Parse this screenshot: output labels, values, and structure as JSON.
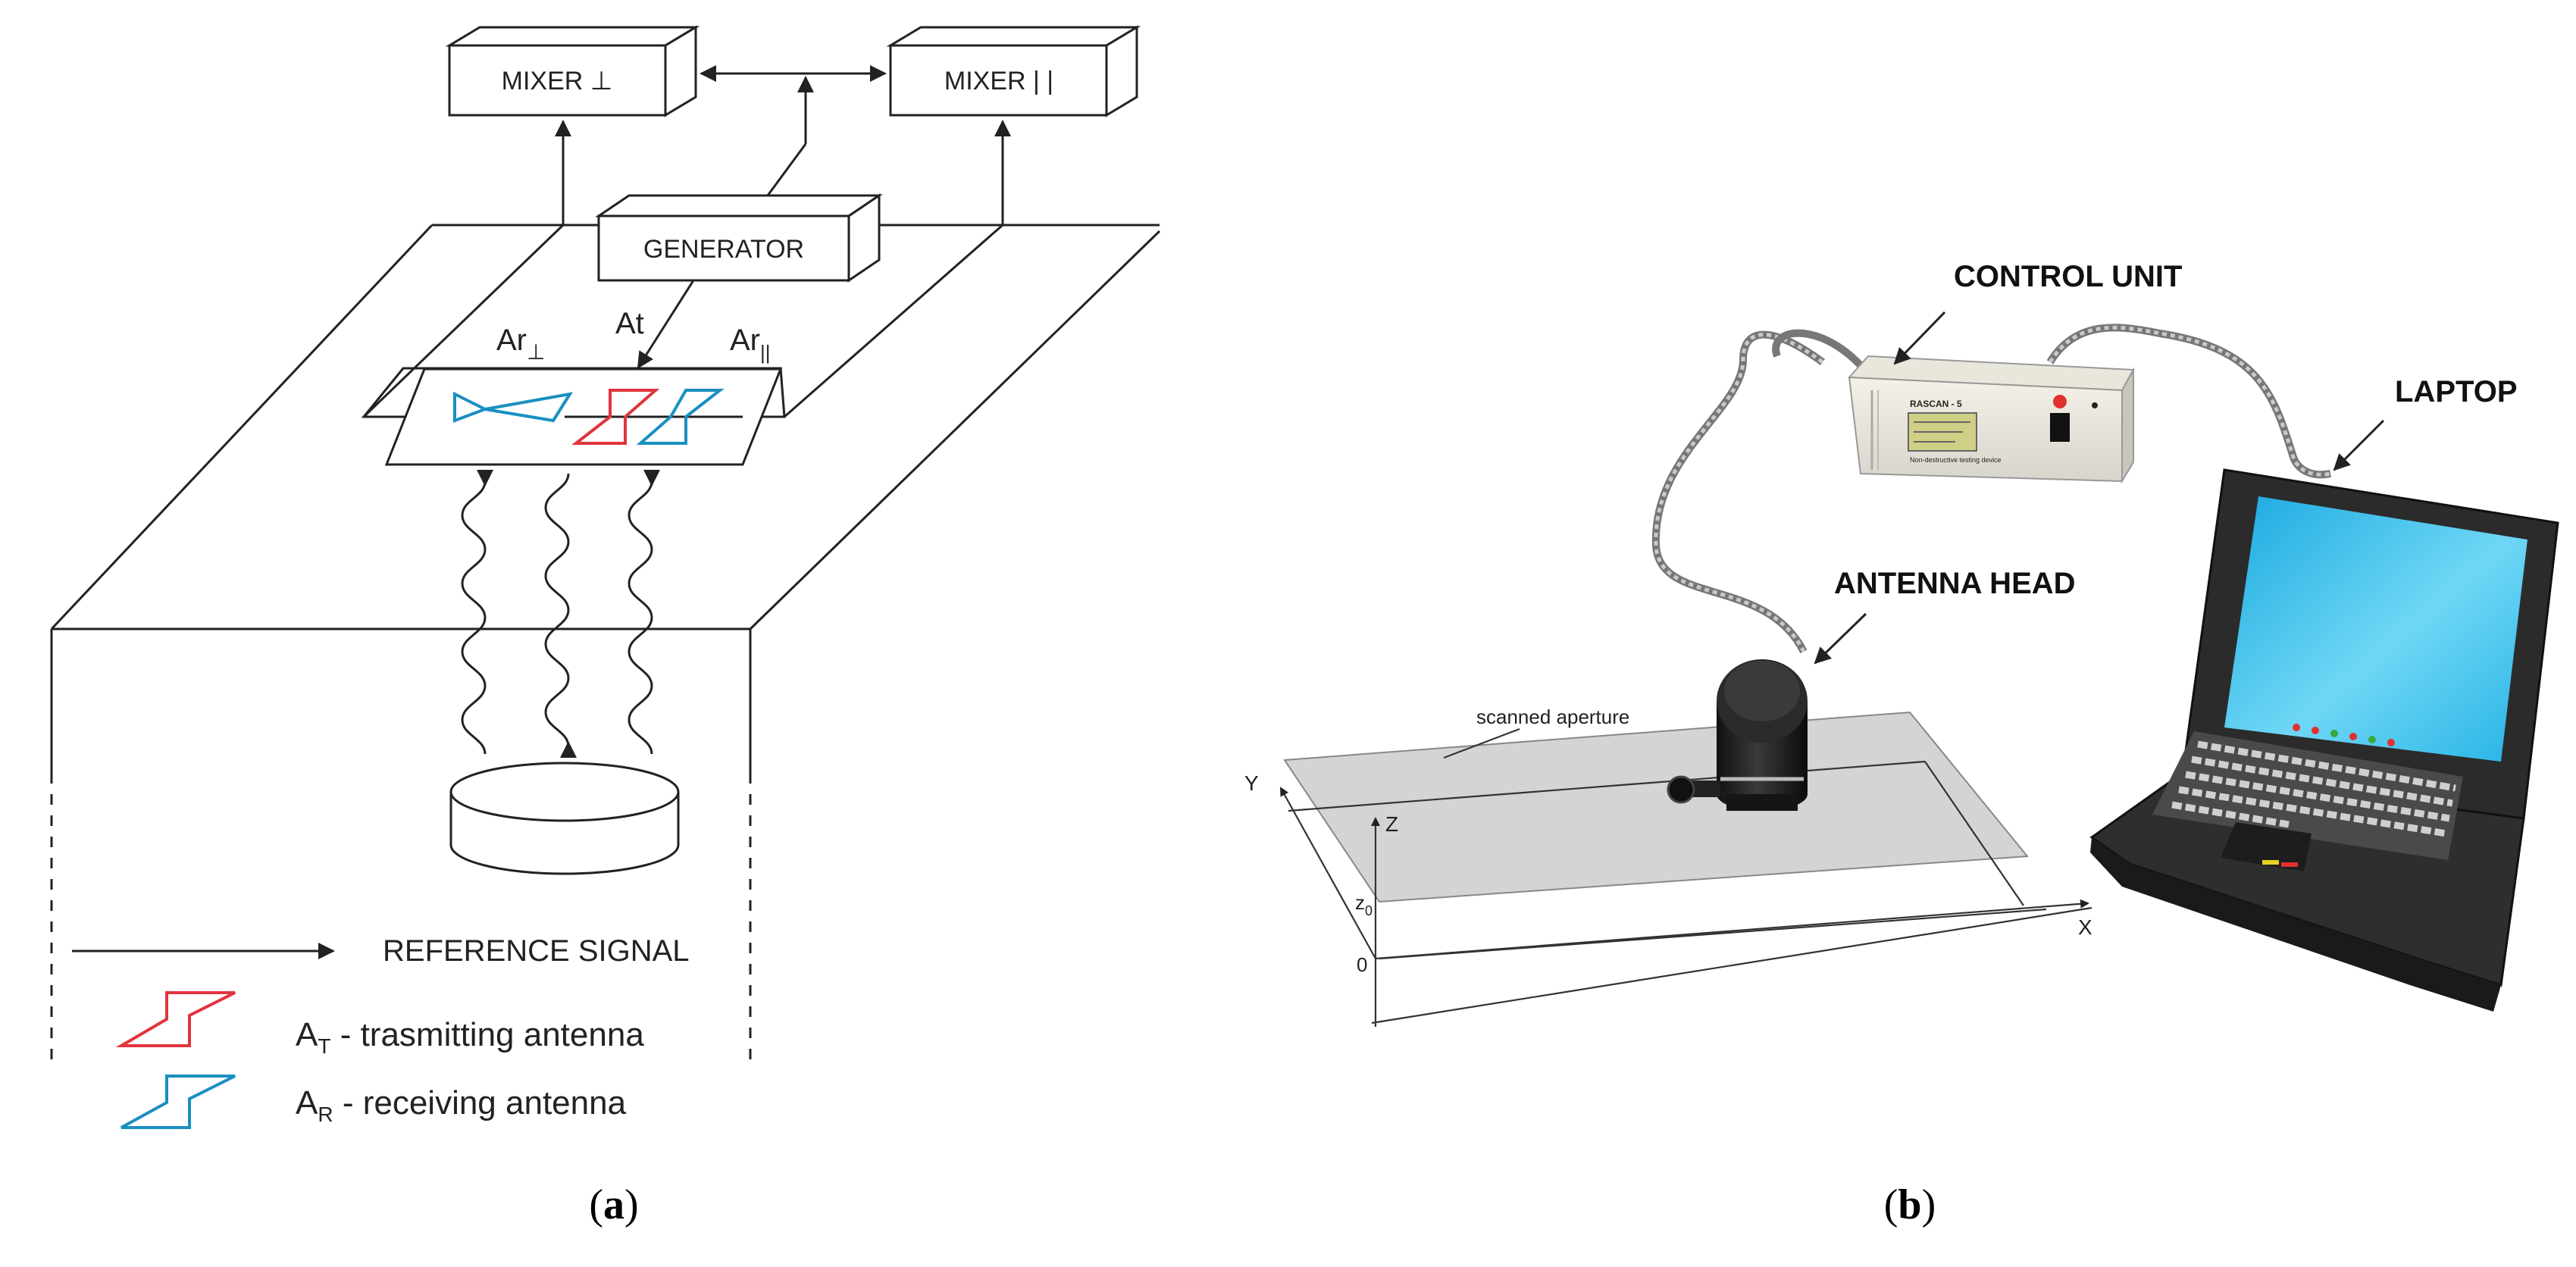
{
  "panel_a": {
    "mixer_perp": "MIXER ⊥",
    "mixer_par": "MIXER | |",
    "generator": "GENERATOR",
    "ar_perp": "Ar",
    "ar_perp_sub": "⊥",
    "at": "At",
    "ar_par": "Ar",
    "ar_par_sub": "||",
    "legend": {
      "reference": "REFERENCE SIGNAL",
      "t_main": "A",
      "t_sub": "T",
      "t_rest": " - trasmitting antenna",
      "r_main": "A",
      "r_sub": "R",
      "r_rest": " - receiving antenna"
    },
    "caption_open": "(",
    "caption_letter": "a",
    "caption_close": ")"
  },
  "panel_b": {
    "control_unit": "CONTROL UNIT",
    "laptop": "LAPTOP",
    "antenna_head": "ANTENNA HEAD",
    "scanned_aperture": "scanned aperture",
    "device_brand": "RASCAN - 5",
    "device_sub": "Non-destructive testing device",
    "axis_x": "X",
    "axis_y": "Y",
    "axis_z": "Z",
    "axis_z0": "z",
    "axis_z0_sub": "0",
    "axis_0": "0",
    "caption_open": "(",
    "caption_letter": "b",
    "caption_close": ")"
  },
  "colors": {
    "transmit": "#e0343c",
    "receive": "#1a8fc1",
    "aperture": "#d4d4d4",
    "screen": "#3cc3ee"
  }
}
